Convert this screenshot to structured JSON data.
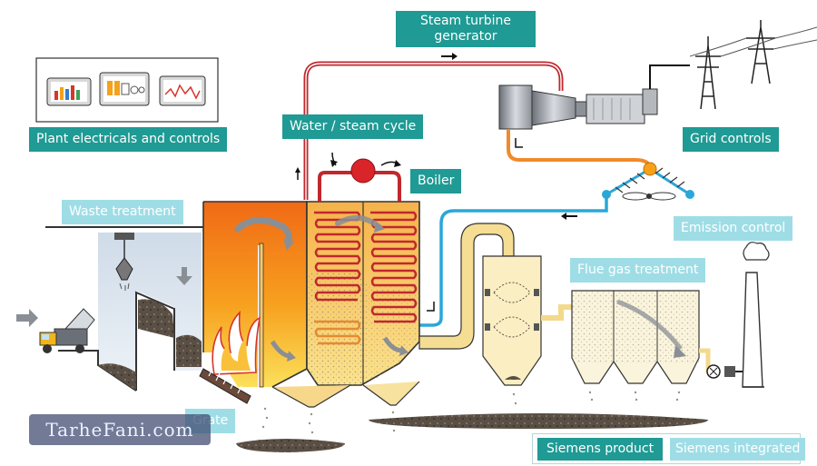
{
  "labels": {
    "steam_turbine": "Steam turbine\ngenerator",
    "plant_electricals": "Plant electricals and controls",
    "water_steam": "Water / steam cycle",
    "boiler": "Boiler",
    "grid_controls": "Grid controls",
    "waste_treatment": "Waste treatment",
    "emission_control": "Emission control",
    "flue_gas": "Flue gas treatment",
    "grate": "Grate"
  },
  "legend": {
    "product": "Siemens product",
    "integrated": "Siemens integrated"
  },
  "watermark": "TarheFani.com",
  "colors": {
    "teal_dark": "#1f9a94",
    "teal_light": "#9fdde6",
    "steam_red": "#c0282e",
    "water_blue": "#2aa7d8",
    "flue_yellow": "#f3d98c",
    "furnace_orange": "#f07a1a"
  },
  "icons": [
    "monitor-bar-icon",
    "monitor-gauge-icon",
    "monitor-line-icon",
    "pylon-icon",
    "truck-icon",
    "grab-crane-icon",
    "fan-icon",
    "chimney-icon",
    "smoke-icon"
  ]
}
